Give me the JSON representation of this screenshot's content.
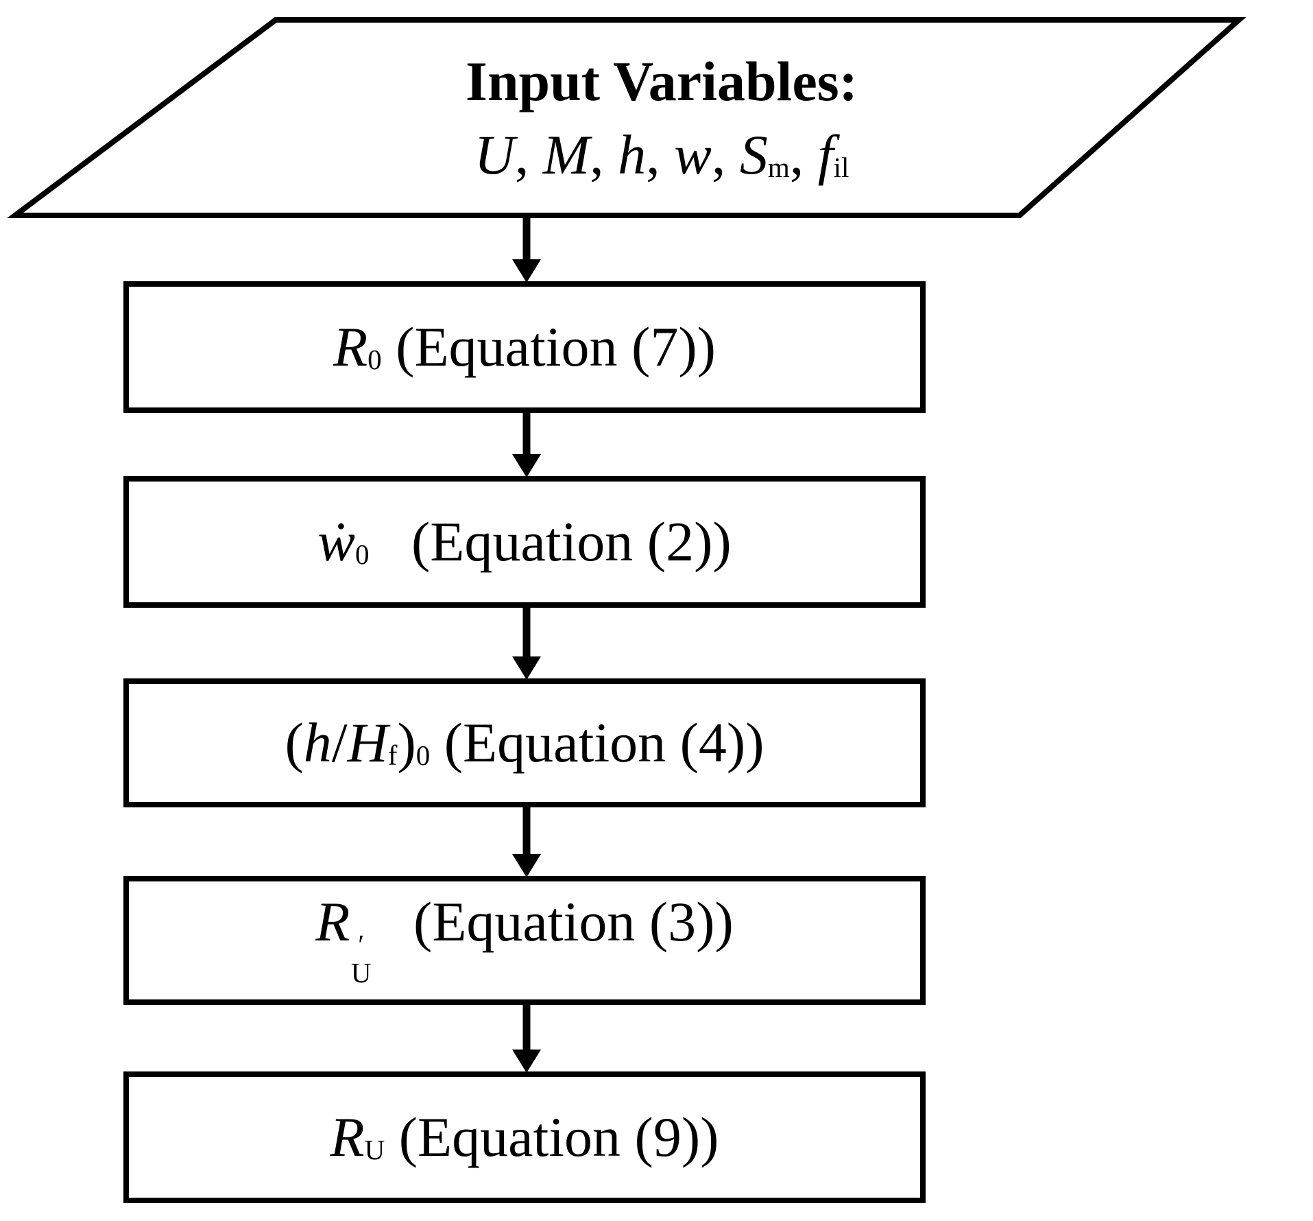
{
  "input": {
    "label_plain": "Input Variables: U, M, h, w, Sm, fil",
    "title_segments": [
      {
        "t": "Input Variables",
        "s": "b"
      },
      {
        "t": ":",
        "s": "n"
      }
    ],
    "variables_segments": [
      {
        "t": "U",
        "s": "i"
      },
      {
        "t": ", ",
        "s": "n"
      },
      {
        "t": "M",
        "s": "i"
      },
      {
        "t": ", ",
        "s": "n"
      },
      {
        "t": "h",
        "s": "i"
      },
      {
        "t": ", ",
        "s": "n"
      },
      {
        "t": "w",
        "s": "i"
      },
      {
        "t": ", ",
        "s": "n"
      },
      {
        "t": "S",
        "s": "i"
      },
      {
        "t": "m",
        "s": "sub"
      },
      {
        "t": ", ",
        "s": "n"
      },
      {
        "t": "f",
        "s": "i"
      },
      {
        "t": "il",
        "s": "sub"
      }
    ]
  },
  "boxes": [
    {
      "label_plain": "R0 (Equation (7))",
      "segments": [
        {
          "t": "R",
          "s": "i"
        },
        {
          "t": "0",
          "s": "sub"
        },
        {
          "t": " (Equation (7))",
          "s": "n"
        }
      ]
    },
    {
      "label_plain": "ẇ0 (Equation (2))",
      "segments": [
        {
          "t": "ẇ",
          "s": "i"
        },
        {
          "t": "0",
          "s": "sub"
        },
        {
          "t": "  (Equation (2))",
          "s": "n"
        }
      ]
    },
    {
      "label_plain": "(h/Hf)0 (Equation (4))",
      "segments": [
        {
          "t": "(",
          "s": "n"
        },
        {
          "t": "h",
          "s": "i"
        },
        {
          "t": "/",
          "s": "n"
        },
        {
          "t": "H",
          "s": "i"
        },
        {
          "t": "f",
          "s": "sub"
        },
        {
          "t": ")",
          "s": "n"
        },
        {
          "t": "0",
          "s": "sub"
        },
        {
          "t": " (Equation (4))",
          "s": "n"
        }
      ]
    },
    {
      "label_plain": "R′U (Equation (3))",
      "segments": [
        {
          "t": "R",
          "s": "i"
        },
        {
          "t": "′|U",
          "s": "stack"
        },
        {
          "t": "  (Equation (3))",
          "s": "n"
        }
      ]
    },
    {
      "label_plain": "RU (Equation (9))",
      "segments": [
        {
          "t": "R",
          "s": "i"
        },
        {
          "t": "U",
          "s": "sub"
        },
        {
          "t": " (Equation (9))",
          "s": "n"
        }
      ]
    }
  ],
  "colors": {
    "stroke": "#000000",
    "fill": "#ffffff",
    "text": "#000000"
  }
}
